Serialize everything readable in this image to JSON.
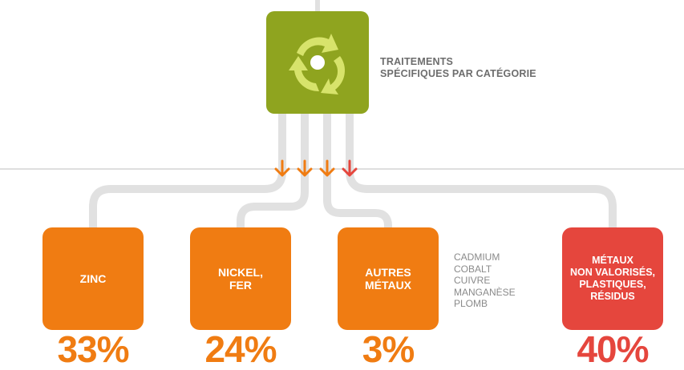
{
  "colors": {
    "hub": "#8fa41f",
    "orange": "#f07c12",
    "red": "#e5463d",
    "connector": "#e1e1e1",
    "rule": "#c9c9c9"
  },
  "hub": {
    "icon": "recycle-arrows-icon",
    "label_lines": [
      "TRAITEMENTS",
      "SPÉCIFIQUES PAR CATÉGORIE"
    ]
  },
  "categories": [
    {
      "id": "zinc",
      "lines": [
        "ZINC"
      ],
      "percent": "33%",
      "color": "orange"
    },
    {
      "id": "nickel-fer",
      "lines": [
        "NICKEL,",
        "FER"
      ],
      "percent": "24%",
      "color": "orange"
    },
    {
      "id": "autres-metaux",
      "lines": [
        "AUTRES",
        "MÉTAUX"
      ],
      "percent": "3%",
      "color": "orange"
    },
    {
      "id": "metaux-non-valorises",
      "lines": [
        "MÉTAUX",
        "NON VALORISÉS,",
        "PLASTIQUES,",
        "RÉSIDUS"
      ],
      "percent": "40%",
      "color": "red"
    }
  ],
  "other_metals": [
    "CADMIUM",
    "COBALT",
    "CUIVRE",
    "MANGANÈSE",
    "PLOMB"
  ]
}
